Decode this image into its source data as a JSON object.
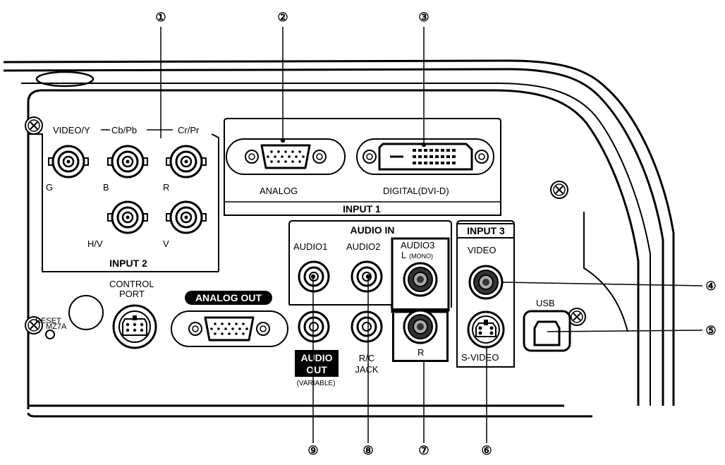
{
  "callouts": [
    "①",
    "②",
    "③",
    "④",
    "⑤",
    "⑥",
    "⑦",
    "⑧",
    "⑨"
  ],
  "model": "MZ7A",
  "input2": {
    "title": "INPUT 2",
    "top_label_video": "VIDEO/Y",
    "top_label_cb": "Cb/Pb",
    "top_label_cr": "Cr/Pr",
    "g": "G",
    "b": "B",
    "r": "R",
    "hv": "H/V",
    "v": "V"
  },
  "input1": {
    "title": "INPUT 1",
    "analog": "ANALOG",
    "digital": "DIGITAL(DVI-D)"
  },
  "audio_in": {
    "title": "AUDIO IN",
    "audio1": "AUDIO1",
    "audio2": "AUDIO2",
    "audio3": "AUDIO3",
    "l_mono_l": "L",
    "l_mono_m": "(MONO)",
    "r": "R"
  },
  "input3": {
    "title": "INPUT 3",
    "video": "VIDEO",
    "svideo": "S-VIDEO"
  },
  "usb": "USB",
  "control_port_1": "CONTROL",
  "control_port_2": "PORT",
  "reset": "RESET",
  "analog_out": "ANALOG OUT",
  "audio_out_1": "AUDIO",
  "audio_out_2": "OUT",
  "audio_out_3": "(VARIABLE)",
  "rc_jack_1": "R/C",
  "rc_jack_2": "JACK"
}
